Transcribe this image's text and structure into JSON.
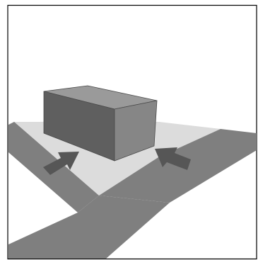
{
  "diagram": {
    "colors": {
      "background": "#ffffff",
      "frame": "#000000",
      "site_plaza": "#dcdcdc",
      "road": "#7f7f7f",
      "block_top": "#9a9a9a",
      "block_front": "#5f5f5f",
      "block_side": "#868686",
      "arrow": "#565656",
      "edge": "#4a4a4a"
    },
    "elements": [
      "frame",
      "site-plaza",
      "road",
      "building-block",
      "access-arrow-left",
      "access-arrow-right"
    ]
  }
}
